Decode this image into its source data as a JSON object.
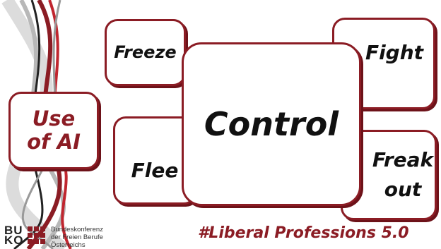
{
  "boxes": {
    "freeze": "Freeze",
    "fight": "Fight",
    "use_line1": "Use",
    "use_line2": "of AI",
    "control": "Control",
    "flee": "Flee",
    "freak_line1": "Freak",
    "freak_line2": "out"
  },
  "footer": {
    "logo_letters_top": "BU",
    "logo_letters_bottom": "KO",
    "org_line1": "Bundeskonferenz",
    "org_line2": "der Freien Berufe",
    "org_line3": "Österreichs",
    "hashtag": "#Liberal Professions 5.0"
  },
  "colors": {
    "accent": "#8b1c24",
    "text": "#111111"
  }
}
